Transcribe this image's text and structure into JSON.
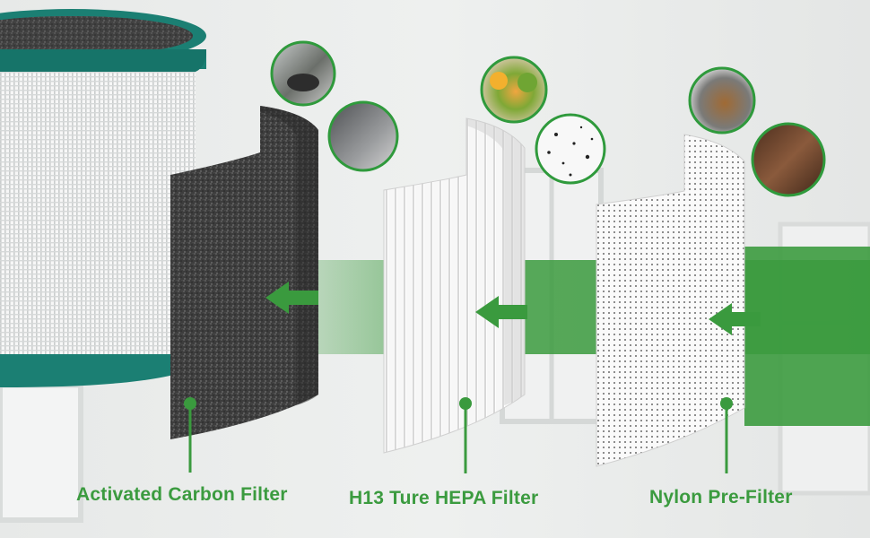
{
  "colors": {
    "accent_green": "#2f9a3c",
    "label_green": "#3b9b3f",
    "rim_teal": "#1b7f73",
    "carbon_dark": "#3a3a3a",
    "background": "#e9ebea"
  },
  "labels": {
    "carbon": "Activated Carbon Filter",
    "hepa": "H13 Ture HEPA Filter",
    "pre": "Nylon Pre-Filter"
  },
  "icons": {
    "airflow_arrows": "left-arrow-icon",
    "carbon_circles": [
      "cooking-smoke-photo",
      "smoke-photo"
    ],
    "hepa_circles": [
      "food-waste-photo",
      "dust-particles-photo"
    ],
    "pre_circles": [
      "pets-photo",
      "hair-photo"
    ]
  }
}
